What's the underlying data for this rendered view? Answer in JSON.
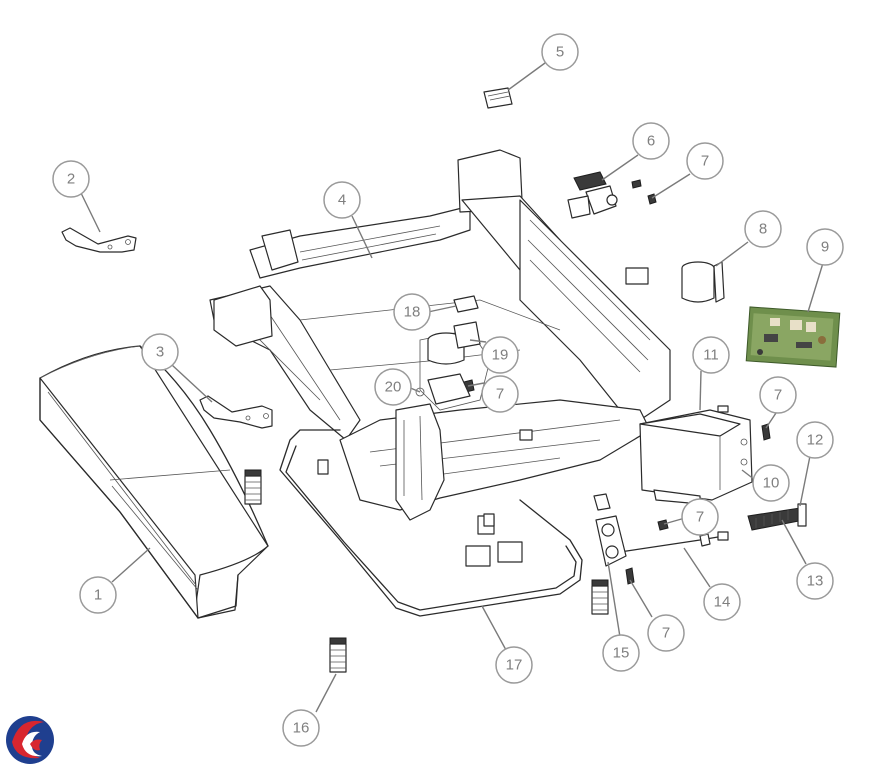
{
  "diagram": {
    "callouts": [
      {
        "id": "c1",
        "label": "1"
      },
      {
        "id": "c2",
        "label": "2"
      },
      {
        "id": "c3",
        "label": "3"
      },
      {
        "id": "c4",
        "label": "4"
      },
      {
        "id": "c5",
        "label": "5"
      },
      {
        "id": "c6",
        "label": "6"
      },
      {
        "id": "c7a",
        "label": "7"
      },
      {
        "id": "c8",
        "label": "8"
      },
      {
        "id": "c9",
        "label": "9"
      },
      {
        "id": "c10",
        "label": "10"
      },
      {
        "id": "c11",
        "label": "11"
      },
      {
        "id": "c7b",
        "label": "7"
      },
      {
        "id": "c12",
        "label": "12"
      },
      {
        "id": "c13",
        "label": "13"
      },
      {
        "id": "c14",
        "label": "14"
      },
      {
        "id": "c7c",
        "label": "7"
      },
      {
        "id": "c15",
        "label": "15"
      },
      {
        "id": "c7d",
        "label": "7"
      },
      {
        "id": "c16",
        "label": "16"
      },
      {
        "id": "c17",
        "label": "17"
      },
      {
        "id": "c18",
        "label": "18"
      },
      {
        "id": "c19",
        "label": "19"
      },
      {
        "id": "c7e",
        "label": "7"
      },
      {
        "id": "c20",
        "label": "20"
      }
    ],
    "colors": {
      "callout_stroke": "#9a9a9a",
      "callout_text": "#7f7f7f",
      "line": "#2b2b2b",
      "pcb_green": "#6f8f4c",
      "logo_blue": "#1f3f8f",
      "logo_red": "#d8262f"
    }
  }
}
